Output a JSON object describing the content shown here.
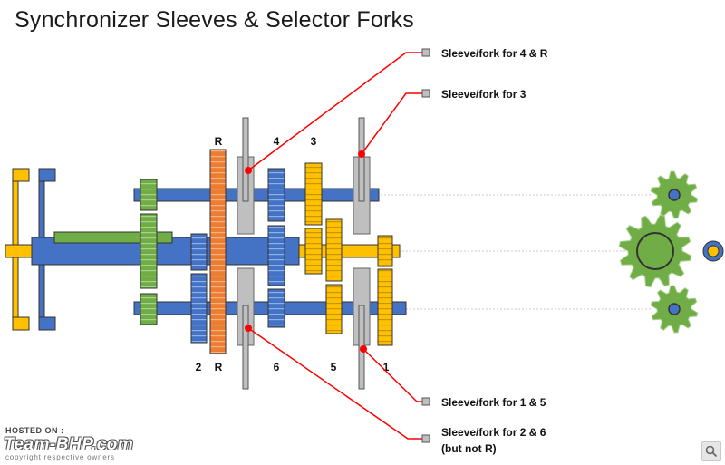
{
  "title": "Synchronizer Sleeves & Selector Forks",
  "callouts": [
    "Sleeve/fork for 4 & R",
    "Sleeve/fork for 3",
    "Sleeve/fork for 1 & 5",
    "Sleeve/fork for 2 & 6",
    "(but not R)"
  ],
  "gear_labels_top": [
    "R",
    "4",
    "3"
  ],
  "gear_labels_bottom": [
    "2",
    "R",
    "6",
    "5",
    "1"
  ],
  "watermark": {
    "hosted": "HOSTED ON :",
    "brand": "Team-BHP.com",
    "copyright": "copyright respective owners"
  },
  "colors": {
    "yellow": "#FFC000",
    "blue": "#4472C4",
    "green": "#70AD47",
    "orange": "#ED7D31",
    "grey": "#BFBFBF",
    "callout_line": "#FF0000"
  },
  "icons": {
    "zoom": "zoom-icon"
  }
}
